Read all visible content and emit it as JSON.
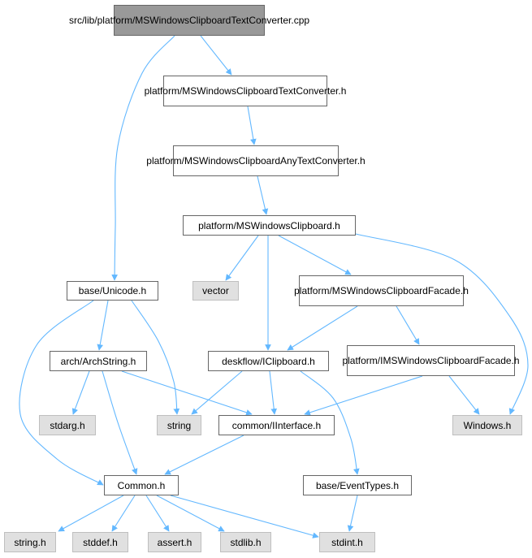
{
  "colors": {
    "edge": "#63b8ff",
    "node_border": "#666666",
    "root_fill": "#999999",
    "system_fill": "#e0e0e0",
    "system_border": "#bfbfbf"
  },
  "nodes": {
    "root": [
      "src/lib/platform/MSWindows",
      "ClipboardTextConverter.cpp"
    ],
    "ms_text_converter_h": [
      "platform/MSWindowsClipboard",
      "TextConverter.h"
    ],
    "ms_any_text_converter_h": [
      "platform/MSWindowsClipboard",
      "AnyTextConverter.h"
    ],
    "ms_clipboard_h": [
      "platform/MSWindowsClipboard.h"
    ],
    "base_unicode_h": [
      "base/Unicode.h"
    ],
    "vector": [
      "vector"
    ],
    "ms_clipboard_facade_h": [
      "platform/MSWindowsClipboard",
      "Facade.h"
    ],
    "arch_archstring_h": [
      "arch/ArchString.h"
    ],
    "deskflow_iclipboard_h": [
      "deskflow/IClipboard.h"
    ],
    "ims_clipboard_facade_h": [
      "platform/IMSWindowsClipboard",
      "Facade.h"
    ],
    "stdarg_h": [
      "stdarg.h"
    ],
    "string": [
      "string"
    ],
    "common_iinterface_h": [
      "common/IInterface.h"
    ],
    "windows_h": [
      "Windows.h"
    ],
    "base_eventtypes_h": [
      "base/EventTypes.h"
    ],
    "common_h": [
      "Common.h"
    ],
    "string_h": [
      "string.h"
    ],
    "stddef_h": [
      "stddef.h"
    ],
    "assert_h": [
      "assert.h"
    ],
    "stdlib_h": [
      "stdlib.h"
    ],
    "stdint_h": [
      "stdint.h"
    ]
  },
  "edges": [
    [
      "root",
      "ms_text_converter_h"
    ],
    [
      "root",
      "base_unicode_h"
    ],
    [
      "ms_text_converter_h",
      "ms_any_text_converter_h"
    ],
    [
      "ms_any_text_converter_h",
      "ms_clipboard_h"
    ],
    [
      "ms_clipboard_h",
      "vector"
    ],
    [
      "ms_clipboard_h",
      "deskflow_iclipboard_h"
    ],
    [
      "ms_clipboard_h",
      "ms_clipboard_facade_h"
    ],
    [
      "ms_clipboard_h",
      "windows_h"
    ],
    [
      "base_unicode_h",
      "arch_archstring_h"
    ],
    [
      "base_unicode_h",
      "string"
    ],
    [
      "base_unicode_h",
      "common_h"
    ],
    [
      "ms_clipboard_facade_h",
      "deskflow_iclipboard_h"
    ],
    [
      "ms_clipboard_facade_h",
      "ims_clipboard_facade_h"
    ],
    [
      "arch_archstring_h",
      "stdarg_h"
    ],
    [
      "arch_archstring_h",
      "common_iinterface_h"
    ],
    [
      "arch_archstring_h",
      "common_h"
    ],
    [
      "deskflow_iclipboard_h",
      "string"
    ],
    [
      "deskflow_iclipboard_h",
      "common_iinterface_h"
    ],
    [
      "deskflow_iclipboard_h",
      "base_eventtypes_h"
    ],
    [
      "ims_clipboard_facade_h",
      "common_iinterface_h"
    ],
    [
      "ims_clipboard_facade_h",
      "windows_h"
    ],
    [
      "common_iinterface_h",
      "common_h"
    ],
    [
      "base_eventtypes_h",
      "stdint_h"
    ],
    [
      "common_h",
      "string_h"
    ],
    [
      "common_h",
      "stddef_h"
    ],
    [
      "common_h",
      "assert_h"
    ],
    [
      "common_h",
      "stdlib_h"
    ],
    [
      "common_h",
      "stdint_h"
    ]
  ]
}
